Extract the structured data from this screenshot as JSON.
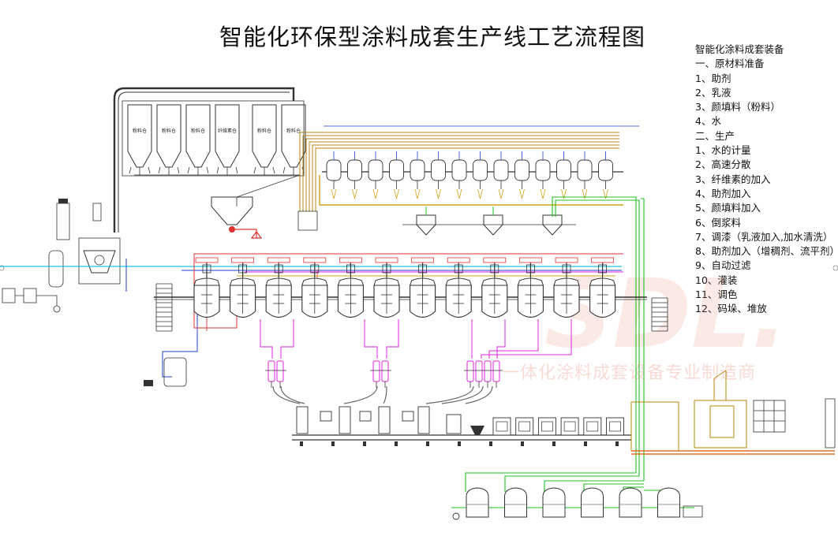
{
  "title": "智能化环保型涂料成套生产线工艺流程图",
  "legend": {
    "heading": "智能化涂料成套装备",
    "items": [
      "一、原材料准备",
      "1、助剂",
      "2、乳液",
      "3、颜填料（粉料）",
      "4、水",
      "二、生产",
      "1、水的计量",
      "2、高速分散",
      "3、纤维素的加入",
      "4、助剂加入",
      "5、颜填料加入",
      "6、倒浆料",
      "7、调漆（乳液加入,加水清洗）",
      "8、助剂加入（增稠剂、流平剂）",
      "9、自动过滤",
      "10、灌装",
      "11、调色",
      "12、码垛、堆放"
    ]
  },
  "watermark": {
    "logo": "SDL.",
    "text": "一体化涂料成套设备专业制造商"
  },
  "colors": {
    "line": "#333333",
    "brown": "#b8860b",
    "red": "#e03030",
    "blue": "#2040d0",
    "cyan": "#20c0e0",
    "magenta": "#e020e0",
    "green": "#20c020",
    "gold": "#d4a017"
  },
  "diagram": {
    "silos": [
      "粉料仓",
      "粉料仓",
      "粉料仓",
      "纤维素仓",
      "粉料仓",
      "粉料仓"
    ],
    "silo_count": 6,
    "additive_tank_count": 14,
    "premix_tank_count": 3,
    "reactor_count": 12,
    "filter_group_count": 3,
    "filling_station_count": 6,
    "storage_tank_count": 6
  }
}
